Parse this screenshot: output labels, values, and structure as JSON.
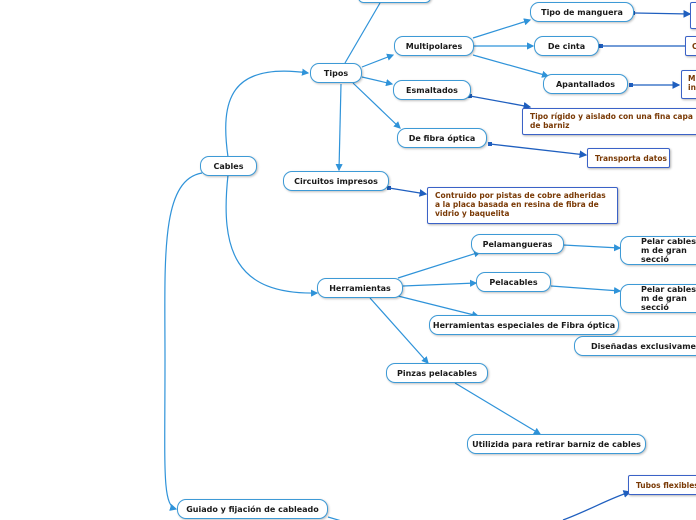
{
  "nodes": {
    "cables": "Cables",
    "tipos": "Tipos",
    "multipolares": "Multipolares",
    "esmaltados": "Esmaltados",
    "fibra_optica": "De fibra óptica",
    "tipo_manguera": "Tipo de manguera",
    "de_cinta": "De cinta",
    "apantallados": "Apantallados",
    "circuitos_impresos": "Circuitos impresos",
    "herramientas": "Herramientas",
    "pelamangueras": "Pelamangueras",
    "pelacables": "Pelacables",
    "herr_fibra": "Herramientas especiales de Fibra óptica",
    "pinzas": "Pinzas pelacables",
    "utilizada": "Utilizida para retirar barniz de cables",
    "diseñadas": "Diseñadas exclusivamente",
    "pelar_1": "Pelar cables m de gran secció",
    "pelar_2": "Pelar cables m de gran secció",
    "guiado": "Guiado y fijación de cableado"
  },
  "notes": {
    "tipo_rigido": "Tipo rígido y aislado con una fina capa de barniz",
    "transporta": "Transporta datos",
    "contruido": "Contruido por pistas de cobre adheridas a la placa basada en resina de fibra de vidrio y baquelita",
    "tubos": "Tubos flexibles",
    "m_in": "M in",
    "c_partial": "C"
  },
  "colors": {
    "node_border": "#3d9ad6",
    "link": "#2f93d9",
    "note_link": "#1f5fbf",
    "note_text": "#7a3a06"
  }
}
